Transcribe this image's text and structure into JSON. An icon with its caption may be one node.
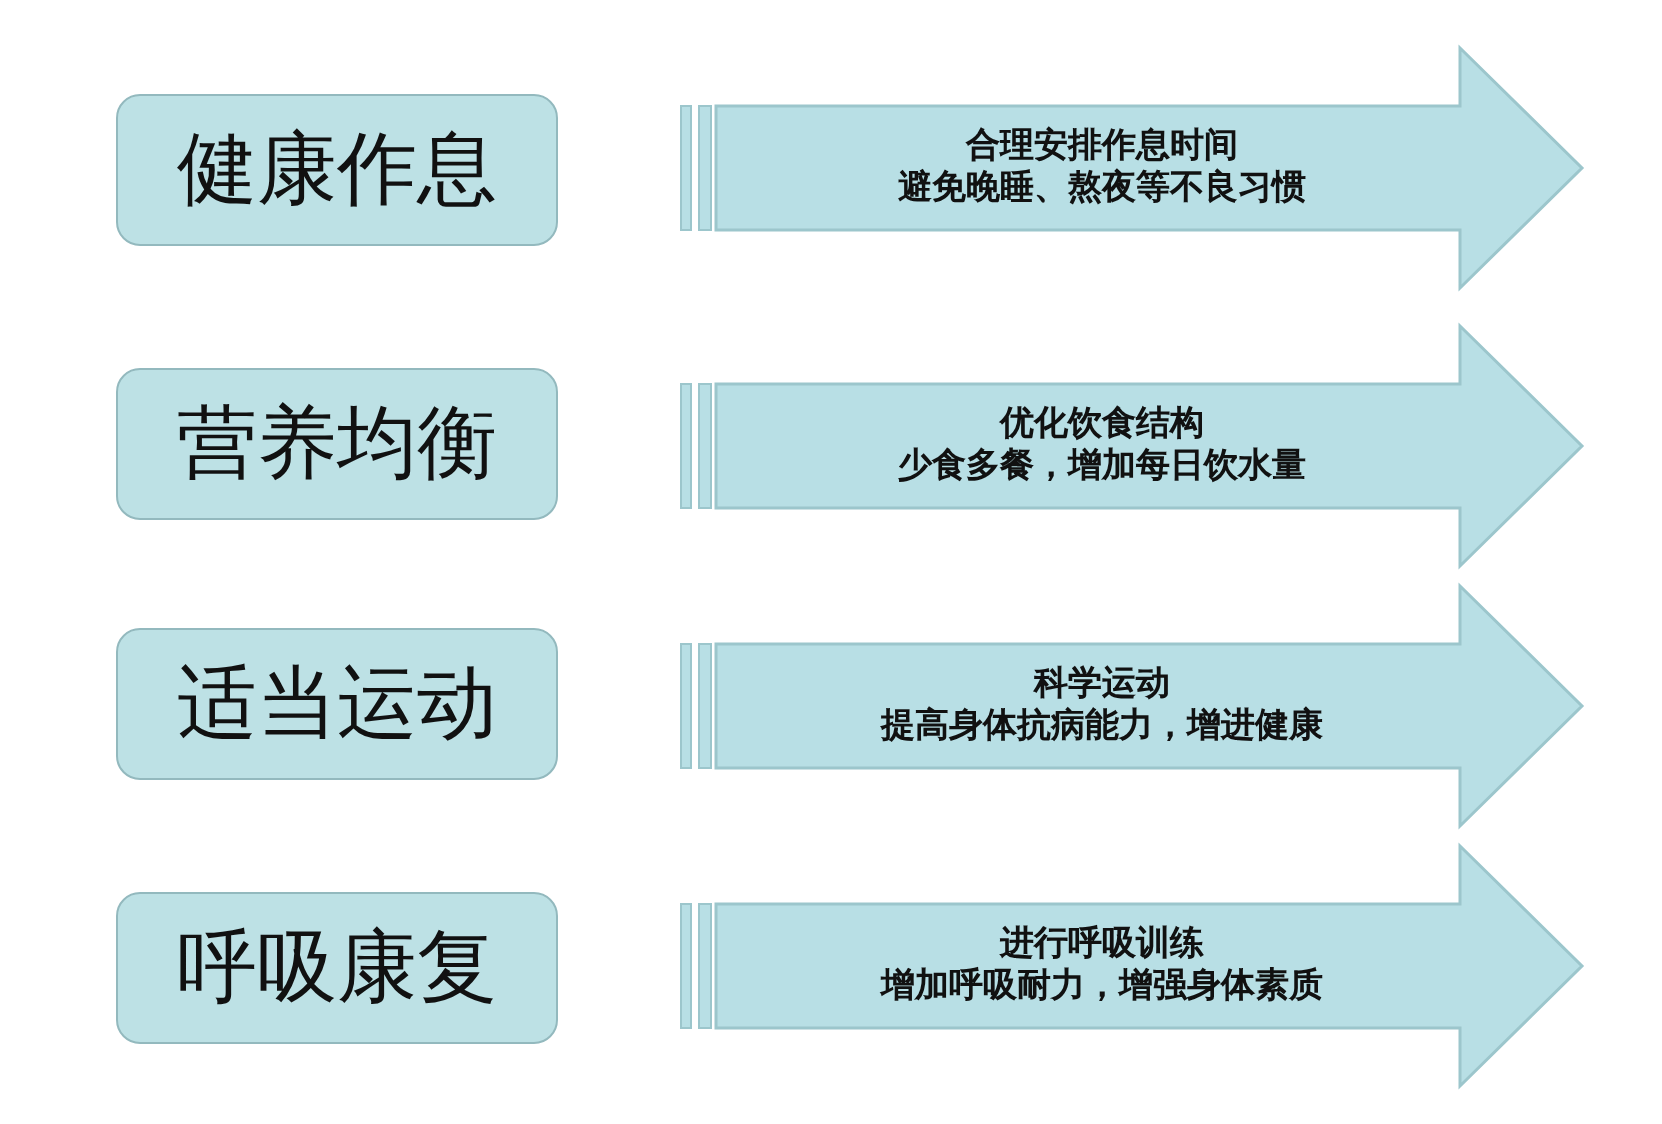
{
  "diagram": {
    "nodes": [
      {
        "text": [
          "健康作息"
        ]
      },
      {
        "text": [
          "合理安排作息时间",
          "避免晚睡、熬夜等不良习惯"
        ]
      },
      {
        "text": [
          "营养均衡"
        ]
      },
      {
        "text": [
          "优化饮食结构",
          "少食多餐，增加每日饮水量"
        ]
      },
      {
        "text": [
          "适当运动"
        ]
      },
      {
        "text": [
          "科学运动",
          "提高身体抗病能力，增进健康"
        ]
      },
      {
        "text": [
          "呼吸康复"
        ]
      },
      {
        "text": [
          "进行呼吸训练",
          "增加呼吸耐力，增强身体素质"
        ]
      }
    ]
  }
}
